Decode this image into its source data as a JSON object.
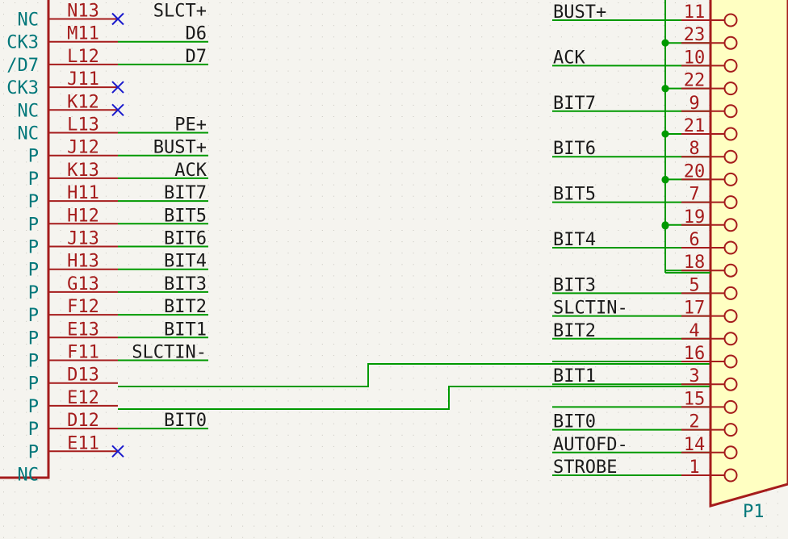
{
  "colors": {
    "background": "#f5f4ef",
    "grid_dot": "#c7c5bd",
    "wire": "#009900",
    "component_outline": "#a51c1c",
    "pin_number": "#a51c1c",
    "pin_name": "#00777a",
    "connector_fill": "#ffffc2",
    "net_label": "#1a1a1a",
    "no_connect": "#1a1acc",
    "junction": "#009900"
  },
  "left_part": {
    "pins": [
      {
        "type": "NC",
        "number": "N13",
        "net": "SLCT+",
        "no_connect": true
      },
      {
        "type": "CK3",
        "number": "M11",
        "net": "D6",
        "no_connect": false
      },
      {
        "type": "/D7",
        "number": "L12",
        "net": "D7",
        "no_connect": false
      },
      {
        "type": "CK3",
        "number": "J11",
        "net": "",
        "no_connect": true
      },
      {
        "type": "NC",
        "number": "K12",
        "net": "",
        "no_connect": true
      },
      {
        "type": "NC",
        "number": "L13",
        "net": "PE+",
        "no_connect": false
      },
      {
        "type": "P",
        "number": "J12",
        "net": "BUST+",
        "no_connect": false
      },
      {
        "type": "P",
        "number": "K13",
        "net": "ACK",
        "no_connect": false
      },
      {
        "type": "P",
        "number": "H11",
        "net": "BIT7",
        "no_connect": false
      },
      {
        "type": "P",
        "number": "H12",
        "net": "BIT5",
        "no_connect": false
      },
      {
        "type": "P",
        "number": "J13",
        "net": "BIT6",
        "no_connect": false
      },
      {
        "type": "P",
        "number": "H13",
        "net": "BIT4",
        "no_connect": false
      },
      {
        "type": "P",
        "number": "G13",
        "net": "BIT3",
        "no_connect": false
      },
      {
        "type": "P",
        "number": "F12",
        "net": "BIT2",
        "no_connect": false
      },
      {
        "type": "P",
        "number": "E13",
        "net": "BIT1",
        "no_connect": false
      },
      {
        "type": "P",
        "number": "F11",
        "net": "SLCTIN-",
        "no_connect": false
      },
      {
        "type": "P",
        "number": "D13",
        "net": "",
        "no_connect": false
      },
      {
        "type": "P",
        "number": "E12",
        "net": "",
        "no_connect": false
      },
      {
        "type": "P",
        "number": "D12",
        "net": "BIT0",
        "no_connect": false
      },
      {
        "type": "P",
        "number": "E11",
        "net": "",
        "no_connect": true
      },
      {
        "type": "NC",
        "number": "",
        "net": "",
        "no_connect": false
      }
    ]
  },
  "connector_p1": {
    "reference": "P1",
    "pins": [
      {
        "number": "11",
        "net": "BUST+"
      },
      {
        "number": "23",
        "net": ""
      },
      {
        "number": "10",
        "net": "ACK"
      },
      {
        "number": "22",
        "net": ""
      },
      {
        "number": "9",
        "net": "BIT7"
      },
      {
        "number": "21",
        "net": ""
      },
      {
        "number": "8",
        "net": "BIT6"
      },
      {
        "number": "20",
        "net": ""
      },
      {
        "number": "7",
        "net": "BIT5"
      },
      {
        "number": "19",
        "net": ""
      },
      {
        "number": "6",
        "net": "BIT4"
      },
      {
        "number": "18",
        "net": ""
      },
      {
        "number": "5",
        "net": "BIT3"
      },
      {
        "number": "17",
        "net": "SLCTIN-"
      },
      {
        "number": "4",
        "net": "BIT2"
      },
      {
        "number": "16",
        "net": ""
      },
      {
        "number": "3",
        "net": "BIT1"
      },
      {
        "number": "15",
        "net": ""
      },
      {
        "number": "2",
        "net": "BIT0"
      },
      {
        "number": "14",
        "net": "AUTOFD-"
      },
      {
        "number": "1",
        "net": "STROBE"
      }
    ]
  }
}
